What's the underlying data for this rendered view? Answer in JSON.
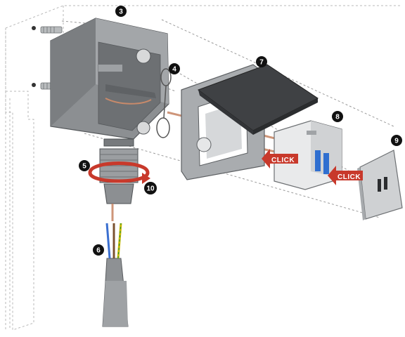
{
  "callouts": [
    {
      "id": "3",
      "label": "3"
    },
    {
      "id": "4",
      "label": "4"
    },
    {
      "id": "5",
      "label": "5"
    },
    {
      "id": "6",
      "label": "6"
    },
    {
      "id": "7",
      "label": "7"
    },
    {
      "id": "8",
      "label": "8"
    },
    {
      "id": "9",
      "label": "9"
    },
    {
      "id": "10",
      "label": "10"
    }
  ],
  "click_labels": [
    "CLICK",
    "CLICK"
  ],
  "colors": {
    "box_gray": "#8c8f92",
    "box_dark": "#6d7073",
    "cover_dark": "#3f4144",
    "frame_gray": "#a9acaf",
    "socket_white": "#e9eaeb",
    "usb_blue": "#2f6fd0",
    "arrow_red": "#c8392b",
    "screw_path": "#c98a6a",
    "badge_black": "#111111"
  }
}
